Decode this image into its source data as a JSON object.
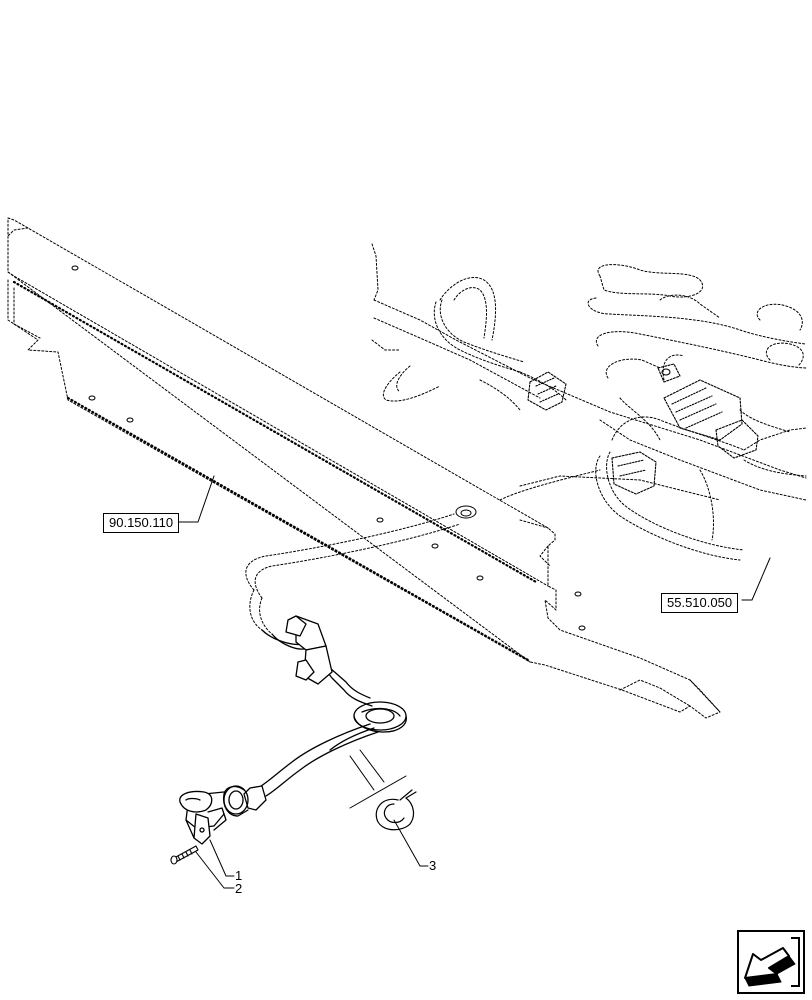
{
  "diagram": {
    "references": [
      {
        "label": "90.150.110"
      },
      {
        "label": "55.510.050"
      }
    ],
    "callouts": [
      {
        "label": "1"
      },
      {
        "label": "2"
      },
      {
        "label": "3"
      }
    ],
    "icons": {
      "nav_arrow": "next-page-arrow-icon"
    }
  }
}
